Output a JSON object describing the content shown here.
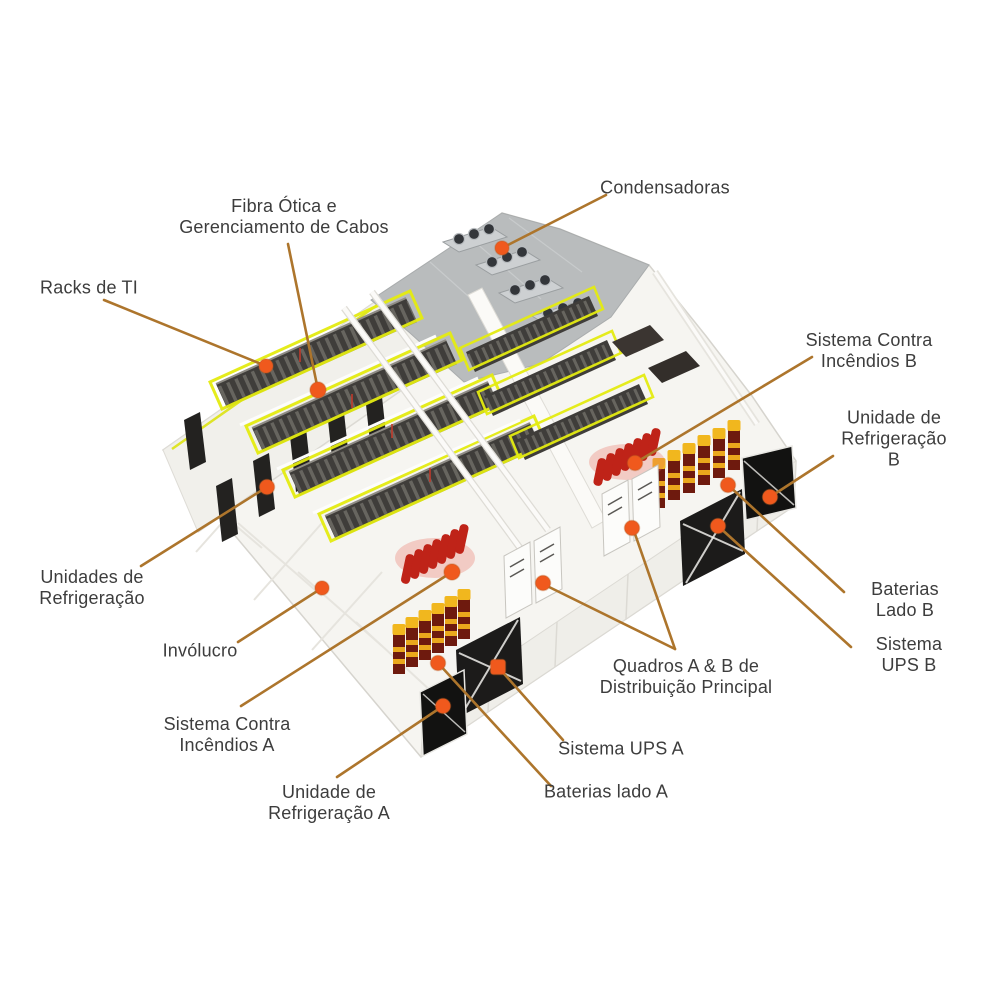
{
  "callouts": {
    "condensadoras": {
      "label": "Condensadoras"
    },
    "fibra_otica": {
      "label": "Fibra Ótica e\nGerenciamento de Cabos"
    },
    "racks_ti": {
      "label": "Racks de TI"
    },
    "sistema_contra_incendios_b": {
      "label": "Sistema Contra\nIncêndios B"
    },
    "unidade_refrigeracao_b": {
      "label": "Unidade de\nRefrigeração B"
    },
    "baterias_lado_b": {
      "label": "Baterias Lado B"
    },
    "sistema_ups_b": {
      "label": "Sistema UPS B"
    },
    "unidades_refrigeracao": {
      "label": "Unidades de\nRefrigeração"
    },
    "involucro": {
      "label": "Invólucro"
    },
    "sistema_contra_incendios_a": {
      "label": "Sistema Contra\nIncêndios A"
    },
    "unidade_refrigeracao_a": {
      "label": "Unidade de\nRefrigeração A"
    },
    "quadros_distribuicao": {
      "label": "Quadros A & B de\nDistribuição Principal"
    },
    "sistema_ups_a": {
      "label": "Sistema UPS A"
    },
    "baterias_lado_a": {
      "label": "Baterias lado A"
    }
  },
  "colors": {
    "label_text": "#3d3d3d",
    "leader_line": "#ad752c",
    "callout_dot": "#f0591d",
    "roof_gray": "#b9bcbd",
    "rack_dark": "#3f3d3a",
    "cable_tray_yellow": "#e4eb10",
    "fire_cylinder_red": "#bf2318",
    "battery_yellow": "#f1b71e",
    "battery_body_red": "#6e1a0e",
    "equipment_black": "#1c1b1a",
    "enclosure_white": "#f5f4f0"
  }
}
